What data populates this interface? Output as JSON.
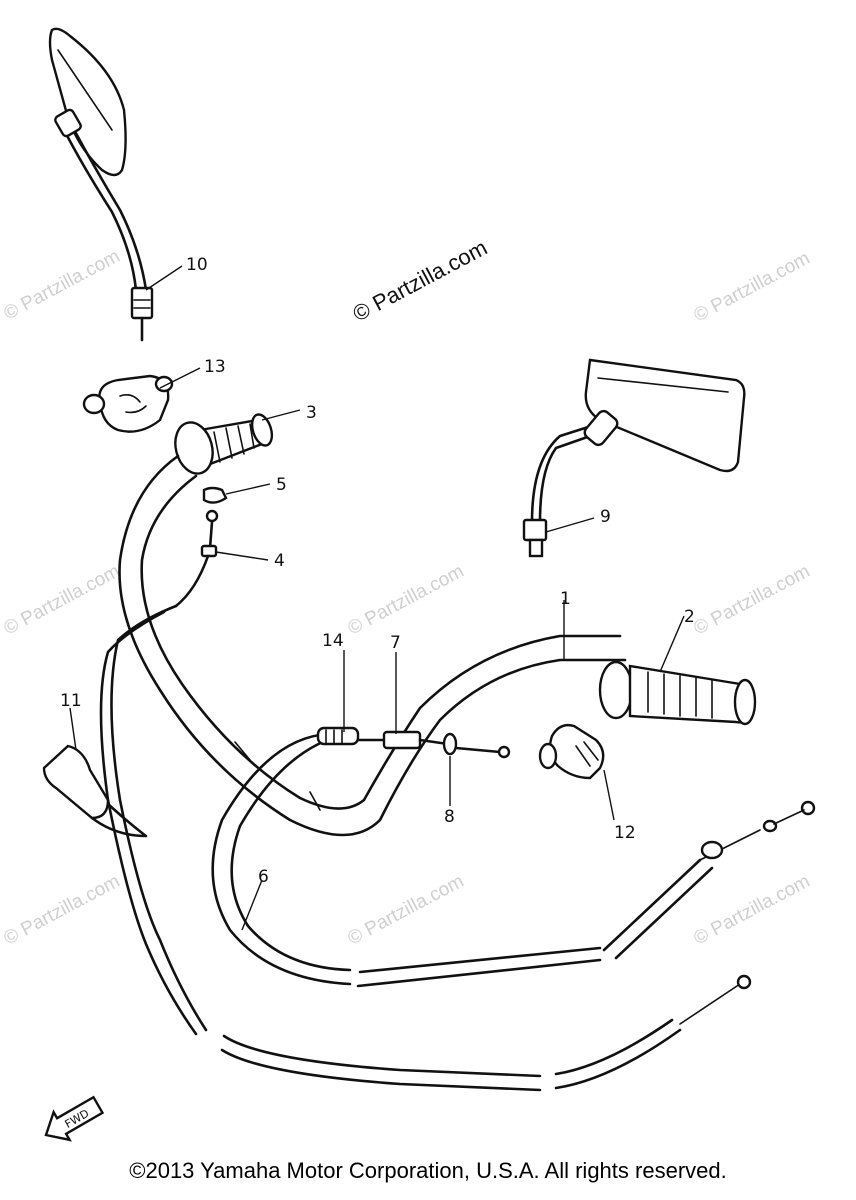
{
  "watermarks": {
    "main": "© Partzilla.com",
    "faint": "© Partzilla.com"
  },
  "callouts": {
    "c1": "1",
    "c2": "2",
    "c3": "3",
    "c4": "4",
    "c5": "5",
    "c6": "6",
    "c7": "7",
    "c8": "8",
    "c9": "9",
    "c10": "10",
    "c11": "11",
    "c12": "12",
    "c13": "13",
    "c14": "14"
  },
  "fwd_label": "FWD",
  "footer": {
    "copyright": "©2013 Yamaha Motor Corporation, U.S.A. All rights reserved."
  }
}
